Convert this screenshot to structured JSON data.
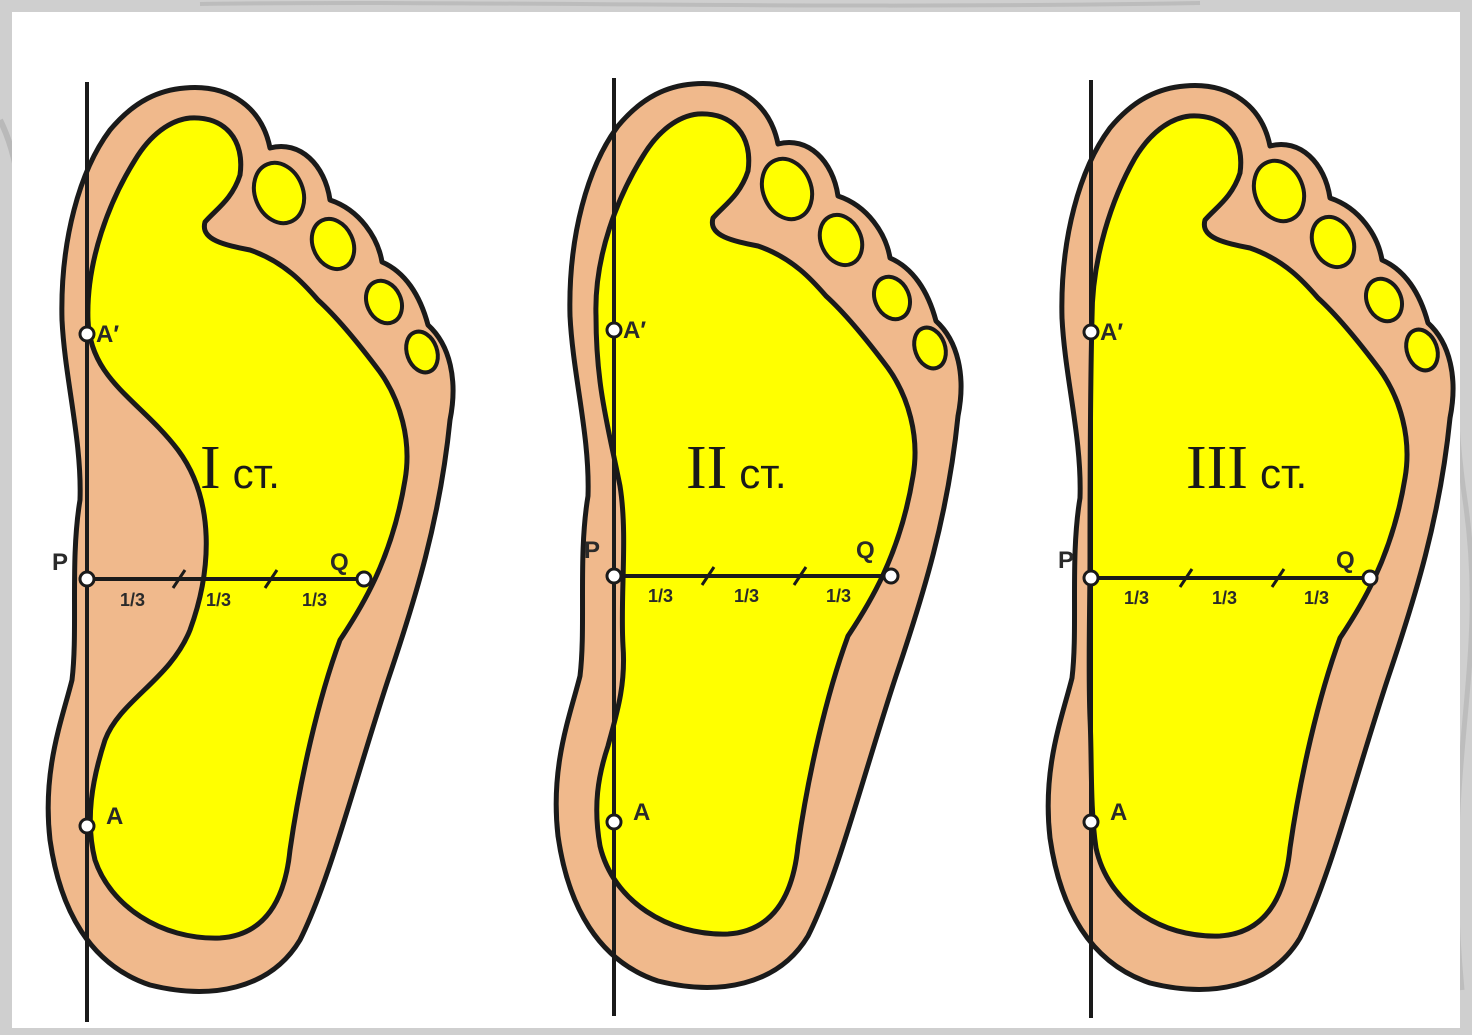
{
  "panels": [
    {
      "degree": "I",
      "suffix": "ст.",
      "points": {
        "a_prime": "A′",
        "a": "A",
        "p": "P",
        "q": "Q"
      },
      "fractions": [
        "1/3",
        "1/3",
        "1/3"
      ]
    },
    {
      "degree": "II",
      "suffix": "ст.",
      "points": {
        "a_prime": "A′",
        "a": "A",
        "p": "P",
        "q": "Q"
      },
      "fractions": [
        "1/3",
        "1/3",
        "1/3"
      ]
    },
    {
      "degree": "III",
      "suffix": "ст.",
      "points": {
        "a_prime": "A′",
        "a": "A",
        "p": "P",
        "q": "Q"
      },
      "fractions": [
        "1/3",
        "1/3",
        "1/3"
      ]
    }
  ],
  "colors": {
    "skin": "#f0b98c",
    "footprint": "#ffff00",
    "outline": "#1a1a1a",
    "background": "#ffffff"
  }
}
